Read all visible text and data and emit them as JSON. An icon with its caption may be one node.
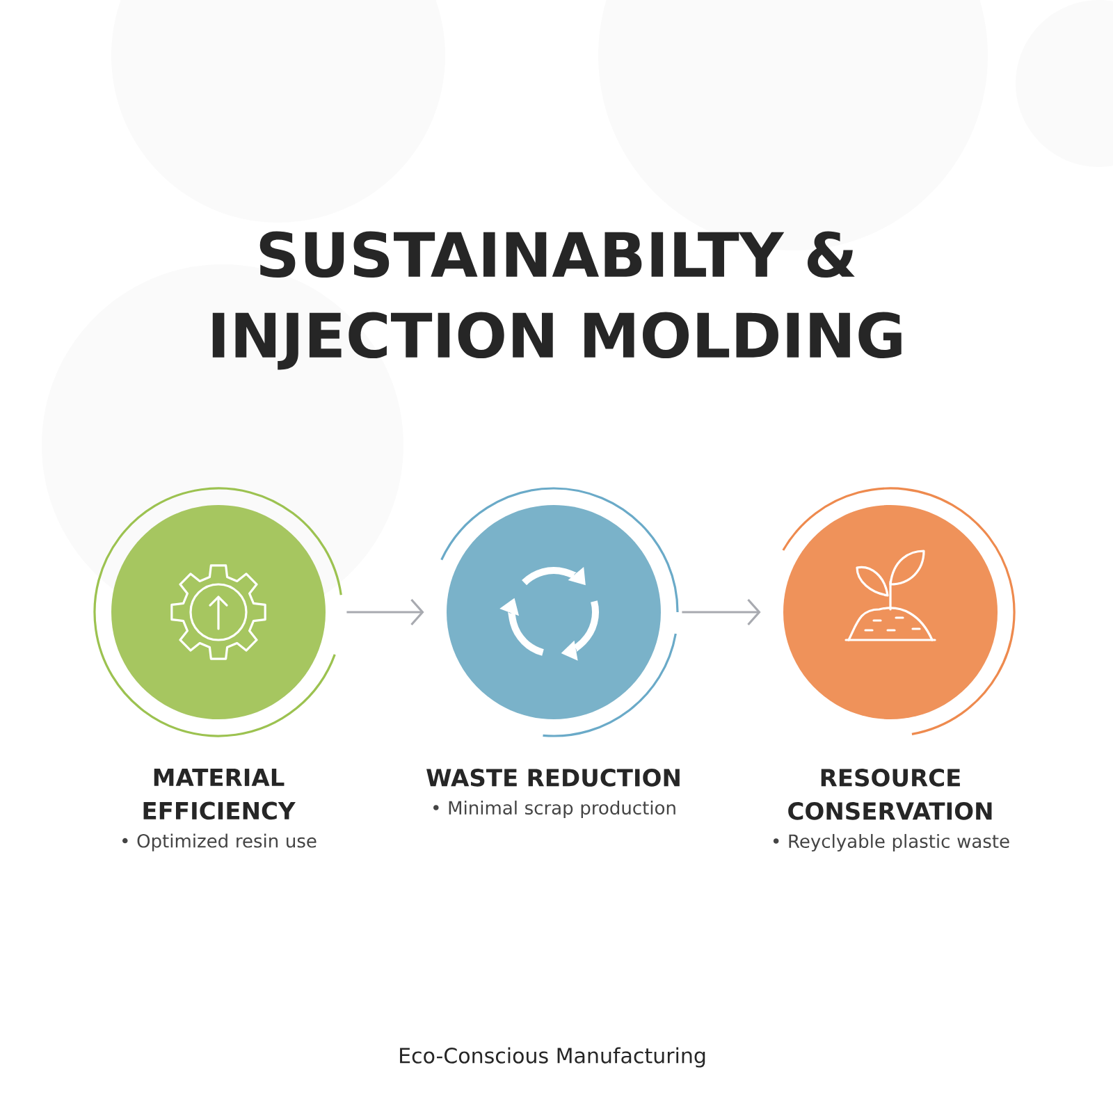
{
  "diagram": {
    "title": "SUSTAINABILTY & INJECTION MOLDING",
    "nodes": [
      {
        "text": [
          "MATERIAL EFFICIENCY",
          "• Optimized resin use"
        ]
      },
      {
        "text": [
          "WASTE REDUCTION",
          "• Minimal scrap production"
        ]
      },
      {
        "text": [
          "RESOURCE CONSERVATION",
          "• Reyclyable plastic waste"
        ]
      }
    ],
    "edges": [
      {
        "from": 0,
        "to": 1,
        "arrow": "to"
      },
      {
        "from": 1,
        "to": 2,
        "arrow": "to"
      }
    ],
    "caption": "Eco-Conscious Manufacturing"
  }
}
